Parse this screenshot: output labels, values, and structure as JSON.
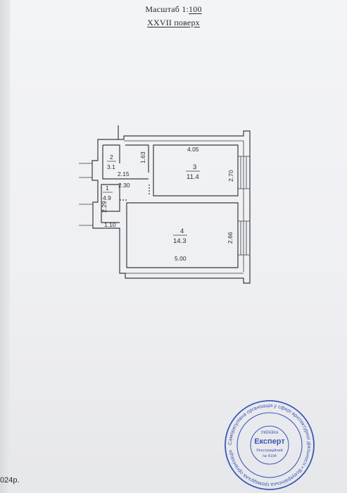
{
  "header": {
    "scale_label": "Масштаб 1:",
    "scale_value": "100",
    "floor_label": "XXVII поверх"
  },
  "rooms": [
    {
      "number": "1",
      "area": "4.9"
    },
    {
      "number": "2",
      "area": "3.1"
    },
    {
      "number": "3",
      "area": "11.4"
    },
    {
      "number": "4",
      "area": "14.3"
    }
  ],
  "dimensions": {
    "room3_width": "4.05",
    "room3_height": "2.70",
    "room2_depth": "1.63",
    "room2_width": "2.15",
    "corridor_width": "2.30",
    "room1_height": "2.29",
    "entry_width": "1.10",
    "room4_width": "5.00",
    "room4_height": "2.66"
  },
  "footer": {
    "date_fragment": "024р."
  },
  "stamp": {
    "center_title": "Експерт",
    "center_line1": "УКРАЇНА",
    "center_line2": "Реєстраційний",
    "center_line3": "№ 4104",
    "ring_text": "Саморегулівна організація у сфері архітектурної діяльності • Всеукраїнська громадська організація"
  },
  "colors": {
    "ink": "#2d2d33",
    "stamp_blue": "#3b57b4",
    "paper": "#eeeff2"
  }
}
